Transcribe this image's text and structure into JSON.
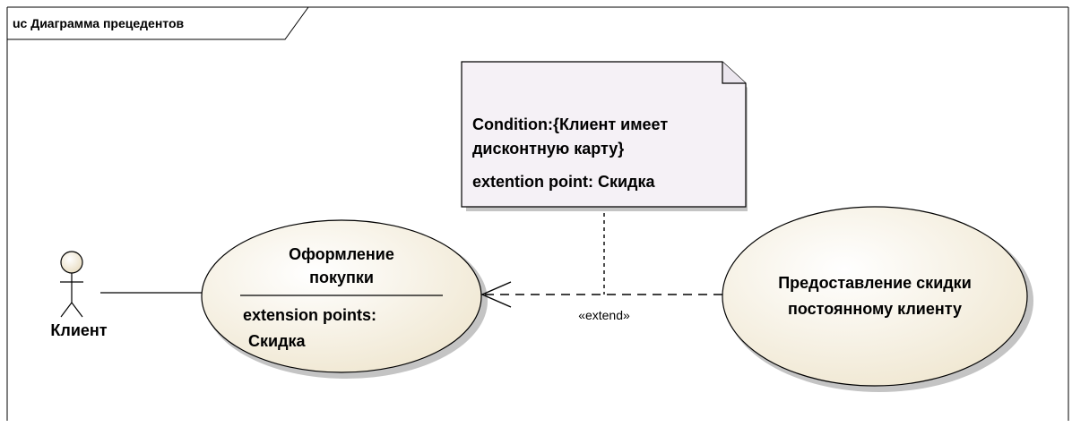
{
  "frame": {
    "title": "uc Диаграмма прецедентов"
  },
  "actor": {
    "name": "Клиент"
  },
  "use_cases": {
    "main": {
      "title_line1": "Оформление",
      "title_line2": "покупки",
      "ext_header": "extension points:",
      "ext_point": "Скидка"
    },
    "extending": {
      "line1": "Предоставление скидки",
      "line2": "постоянному клиенту"
    }
  },
  "note": {
    "line1": "Condition:{Клиент имеет",
    "line2": "дисконтную карту}",
    "line3": "extention point: Скидка"
  },
  "relationship": {
    "label": "«extend»"
  },
  "colors": {
    "usecase_fill": "#f2ead6",
    "note_fill": "#f5f1f6",
    "actor_fill": "#f2ead6",
    "stroke": "#000000",
    "shadow": "#c0c0c0"
  }
}
